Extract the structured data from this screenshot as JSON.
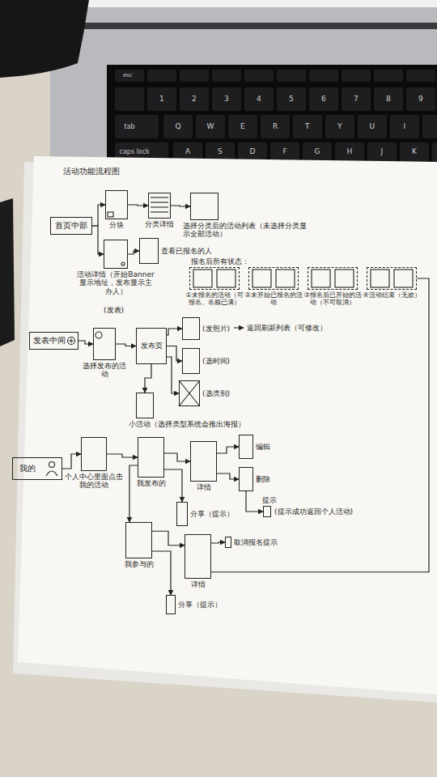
{
  "diagram": {
    "title": "活动功能流程图",
    "nodes": [
      {
        "text": [
          "首页中部"
        ]
      },
      {
        "text": [
          "分块"
        ]
      },
      {
        "text": [
          "分类详情"
        ]
      },
      {
        "text": [
          "选择分类后的活动列表（未选择分类显示全部活动）"
        ]
      },
      {
        "text": [
          "活动详情（开始Banner显示地址，发布显示主办人）"
        ]
      },
      {
        "text": [
          "查看已报名的人"
        ]
      },
      {
        "text": [
          "①未报名的活动（可报名、名额已满）"
        ]
      },
      {
        "text": [
          "②未开始已报名的活动"
        ]
      },
      {
        "text": [
          "③报名后已开始的活动（不可取消）"
        ]
      },
      {
        "text": [
          "④活动结束（无效）"
        ]
      },
      {
        "text": [
          "发表中间"
        ]
      },
      {
        "text": [
          "选择发布的活动"
        ]
      },
      {
        "text": [
          "发布页"
        ]
      },
      {
        "text": [
          "(发照片)"
        ]
      },
      {
        "text": [
          "(选时间)"
        ]
      },
      {
        "text": [
          "(选类别)"
        ]
      },
      {
        "text": [
          "小活动（选择类型系统会推出海报）"
        ]
      },
      {
        "text": [
          "我的"
        ]
      },
      {
        "text": [
          "个人中心里面点击我的活动"
        ]
      },
      {
        "text": [
          "我发布的"
        ]
      },
      {
        "text": [
          "详情"
        ]
      },
      {
        "text": [
          "编辑"
        ]
      },
      {
        "text": [
          "删除"
        ]
      },
      {
        "text": [
          "提示",
          "(提示成功返回个人活动)"
        ]
      },
      {
        "text": [
          "分享（提示）"
        ]
      },
      {
        "text": [
          "我参与的"
        ]
      },
      {
        "text": [
          "详情"
        ]
      },
      {
        "text": [
          "取消报名提示"
        ]
      },
      {
        "text": [
          "分享（提示）"
        ]
      }
    ],
    "edges": [
      {
        "from": 0,
        "to": 1,
        "arrow": "to"
      },
      {
        "from": 0,
        "to": 4,
        "arrow": "to"
      },
      {
        "from": 1,
        "to": 2,
        "arrow": "to"
      },
      {
        "from": 2,
        "to": 3,
        "arrow": "to"
      },
      {
        "from": 4,
        "to": 5,
        "arrow": "to"
      },
      {
        "from": 10,
        "to": 11,
        "arrow": "to"
      },
      {
        "from": 11,
        "to": 12,
        "arrow": "to"
      },
      {
        "from": 12,
        "to": 13,
        "arrow": "to"
      },
      {
        "from": 12,
        "to": 14,
        "arrow": "to"
      },
      {
        "from": 12,
        "to": 15,
        "arrow": "to"
      },
      {
        "from": 12,
        "to": 16,
        "arrow": "to"
      },
      {
        "from": 17,
        "to": 18,
        "arrow": "to"
      },
      {
        "from": 18,
        "to": 19,
        "arrow": "to"
      },
      {
        "from": 19,
        "to": 20,
        "arrow": "to"
      },
      {
        "from": 20,
        "to": 21,
        "arrow": "to"
      },
      {
        "from": 20,
        "to": 22,
        "arrow": "to"
      },
      {
        "from": 22,
        "to": 23,
        "arrow": "to"
      },
      {
        "from": 19,
        "to": 24,
        "arrow": "to"
      },
      {
        "from": 19,
        "to": 25,
        "arrow": "to"
      },
      {
        "from": 25,
        "to": 26,
        "arrow": "to"
      },
      {
        "from": 26,
        "to": 27,
        "arrow": "to"
      },
      {
        "from": 25,
        "to": 28,
        "arrow": "to"
      },
      {
        "from": 26,
        "to": 9,
        "arrow": "none"
      }
    ],
    "labels": [
      "(发表)",
      "报名后所有状态：",
      "返回刷新列表（可修改）",
      "esc",
      "tab",
      "caps lock",
      "1",
      "2",
      "3",
      "4",
      "5",
      "6",
      "7",
      "8",
      "9",
      "Q",
      "W",
      "E",
      "R",
      "T",
      "Y",
      "U",
      "I",
      "A",
      "S",
      "D",
      "F",
      "G",
      "H",
      "J",
      "K"
    ]
  }
}
